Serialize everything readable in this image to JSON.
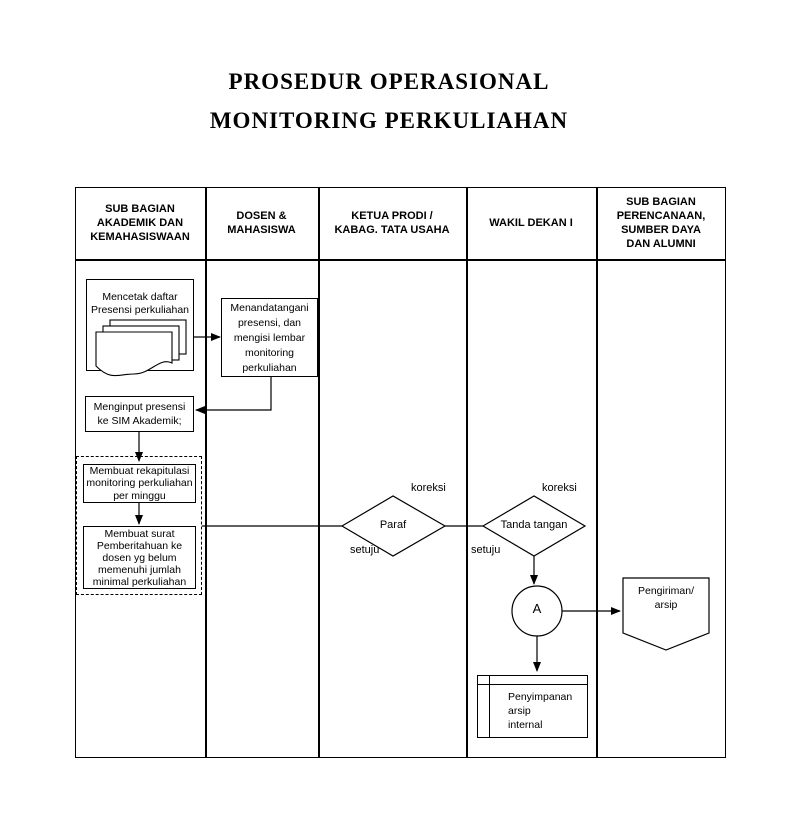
{
  "title": {
    "line1": "PROSEDUR OPERASIONAL",
    "line2": "MONITORING PERKULIAHAN"
  },
  "lanes": [
    {
      "label": "SUB BAGIAN\nAKADEMIK DAN\nKEMAHASISWAAN"
    },
    {
      "label": "DOSEN &\nMAHASISWA"
    },
    {
      "label": "KETUA PRODI /\nKABAG. TATA USAHA"
    },
    {
      "label": "WAKIL DEKAN I"
    },
    {
      "label": "SUB BAGIAN\nPERENCANAAN,\nSUMBER DAYA\nDAN ALUMNI"
    }
  ],
  "nodes": {
    "print_presensi": "Mencetak daftar\nPresensi perkuliahan",
    "sign_presensi": "Menandatangani\npresensi, dan\nmengisi lembar\nmonitoring\nperkuliahan",
    "input_sim": "Menginput presensi\nke SIM Akademik;",
    "rekap_monitoring": "Membuat rekapitulasi\nmonitoring perkuliahan\nper minggu",
    "surat_pemberitahuan": "Membuat surat\nPemberitahuan ke\ndosen yg belum\nmemenuhi jumlah\nminimal perkuliahan",
    "paraf": "Paraf",
    "tanda_tangan": "Tanda tangan",
    "connector_a": "A",
    "pengiriman_arsip": "Pengiriman/\narsip",
    "penyimpanan_arsip": "Penyimpanan\narsip\ninternal"
  },
  "edge_labels": {
    "paraf_koreksi": "koreksi",
    "paraf_setuju": "setuju",
    "tanda_tangan_koreksi": "koreksi",
    "tanda_tangan_setuju": "setuju"
  },
  "colors": {
    "line": "#000000",
    "background": "#ffffff"
  }
}
